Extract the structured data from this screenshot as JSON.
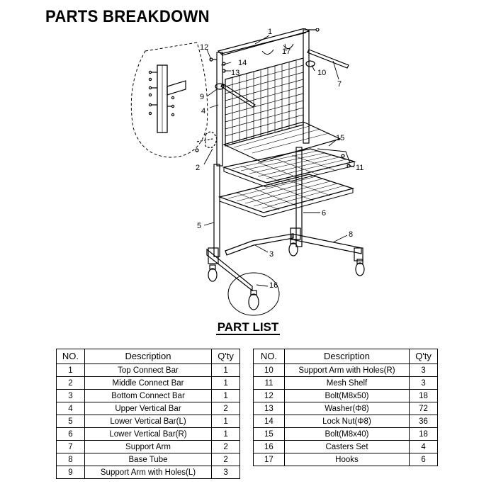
{
  "title": "PARTS BREAKDOWN",
  "part_list_heading": "PART LIST",
  "table_headers": {
    "no": "NO.",
    "description": "Description",
    "qty": "Q'ty"
  },
  "parts_left": [
    {
      "no": "1",
      "description": "Top Connect Bar",
      "qty": "1"
    },
    {
      "no": "2",
      "description": "Middle Connect Bar",
      "qty": "1"
    },
    {
      "no": "3",
      "description": "Bottom Connect Bar",
      "qty": "1"
    },
    {
      "no": "4",
      "description": "Upper Vertical Bar",
      "qty": "2"
    },
    {
      "no": "5",
      "description": "Lower Vertical Bar(L)",
      "qty": "1"
    },
    {
      "no": "6",
      "description": "Lower Vertical Bar(R)",
      "qty": "1"
    },
    {
      "no": "7",
      "description": "Support Arm",
      "qty": "2"
    },
    {
      "no": "8",
      "description": "Base Tube",
      "qty": "2"
    },
    {
      "no": "9",
      "description": "Support Arm with Holes(L)",
      "qty": "3"
    }
  ],
  "parts_right": [
    {
      "no": "10",
      "description": "Support Arm with Holes(R)",
      "qty": "3"
    },
    {
      "no": "11",
      "description": "Mesh Shelf",
      "qty": "3"
    },
    {
      "no": "12",
      "description": "Bolt(M8x50)",
      "qty": "18"
    },
    {
      "no": "13",
      "description": "Washer(Φ8)",
      "qty": "72"
    },
    {
      "no": "14",
      "description": "Lock Nut(Φ8)",
      "qty": "36"
    },
    {
      "no": "15",
      "description": "Bolt(M8x40)",
      "qty": "18"
    },
    {
      "no": "16",
      "description": "Casters Set",
      "qty": "4"
    },
    {
      "no": "17",
      "description": "Hooks",
      "qty": "6"
    }
  ],
  "callouts": [
    "1",
    "2",
    "3",
    "4",
    "5",
    "6",
    "7",
    "8",
    "9",
    "10",
    "11",
    "12",
    "13",
    "14",
    "15",
    "16",
    "17"
  ]
}
